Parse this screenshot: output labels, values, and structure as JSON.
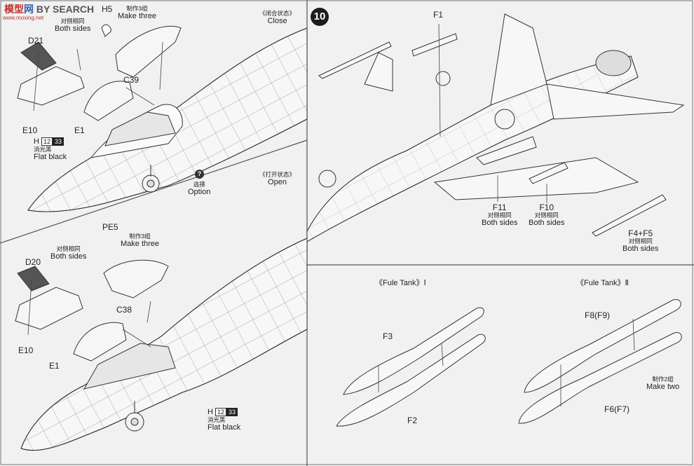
{
  "watermark": {
    "part1": "模型",
    "part2": "网",
    "part3": "BY SEARCH",
    "url": "www.moxing.net"
  },
  "step": {
    "number": "10"
  },
  "views": {
    "close": {
      "cn": "《闭合状态》",
      "en": "Close"
    },
    "open": {
      "cn": "《打开状态》",
      "en": "Open"
    }
  },
  "option": {
    "icon": "?",
    "cn": "选择",
    "en": "Option"
  },
  "top_panel": {
    "h5": {
      "id": "H5",
      "cn": "制作3组",
      "en": "Make three"
    },
    "both": {
      "cn": "对侧相同",
      "en": "Both sides"
    },
    "d21": "D21",
    "c39": "C39",
    "e10": "E10",
    "e1": "E1",
    "paint": {
      "code": "H",
      "n1": "12",
      "n2": "33",
      "cn": "消光黑",
      "en": "Flat black"
    }
  },
  "bottom_panel": {
    "pe5": {
      "id": "PE5",
      "cn": "制作3组",
      "en": "Make three"
    },
    "both": {
      "cn": "对侧相同",
      "en": "Both sides"
    },
    "d20": "D20",
    "c38": "C38",
    "e10": "E10",
    "e1": "E1",
    "paint": {
      "code": "H",
      "n1": "12",
      "n2": "33",
      "cn": "消光黑",
      "en": "Flat black"
    }
  },
  "step10_parts": {
    "f1": "F1",
    "f11": {
      "id": "F11",
      "cn": "对侧相同",
      "en": "Both sides"
    },
    "f10": {
      "id": "F10",
      "cn": "对侧相同",
      "en": "Both sides"
    },
    "f4f5": {
      "id": "F4+F5",
      "cn": "对侧相同",
      "en": "Both sides"
    }
  },
  "fuel_tank_1": {
    "title": "《Fule Tank》Ⅰ",
    "top": "F3",
    "bottom": "F2"
  },
  "fuel_tank_2": {
    "title": "《Fule Tank》Ⅱ",
    "top": "F8(F9)",
    "bottom": "F6(F7)",
    "cn": "制作2组",
    "en": "Make two"
  }
}
